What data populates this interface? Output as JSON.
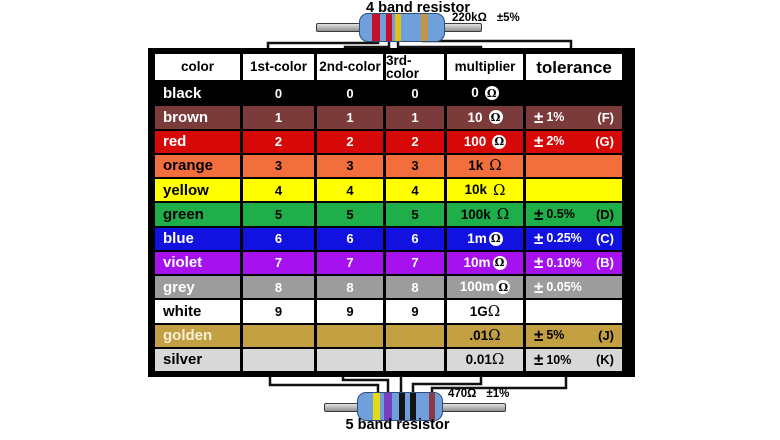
{
  "canvas": {
    "bg": "#ffffff",
    "table_bg": "#000000",
    "line_color": "#111111"
  },
  "top_resistor": {
    "title": "4 band resistor",
    "value": "220kΩ",
    "tolerance": "±5%",
    "body_color": "#6FA0DC",
    "lead_color": "#AFAFAF",
    "bands": [
      {
        "name": "red",
        "color": "#C3112B"
      },
      {
        "name": "red",
        "color": "#C3112B"
      },
      {
        "name": "yellow",
        "color": "#E2C118"
      },
      {
        "name": "gold",
        "color": "#C49544"
      }
    ]
  },
  "bottom_resistor": {
    "title": "5 band resistor",
    "value": "470Ω",
    "tolerance": "±1%",
    "body_color": "#6FA0DC",
    "lead_color": "#AFAFAF",
    "bands": [
      {
        "name": "yellow",
        "color": "#E3DA15"
      },
      {
        "name": "violet",
        "color": "#7A3FC0"
      },
      {
        "name": "black",
        "color": "#141414"
      },
      {
        "name": "black",
        "color": "#141414"
      },
      {
        "name": "brown",
        "color": "#8A3A44"
      }
    ]
  },
  "table": {
    "headers": [
      "color",
      "1st-color",
      "2nd-color",
      "3rd-color",
      "multiplier",
      "tolerance"
    ],
    "omega": "Ω",
    "pm": "±",
    "rows": [
      {
        "name": "black",
        "bg": "#000000",
        "fg": "#FFFFFF",
        "digits": [
          "0",
          "0",
          "0"
        ],
        "multiplier": "0",
        "omega_style": "circled",
        "gap": true,
        "tolerance": null,
        "letter": null
      },
      {
        "name": "brown",
        "bg": "#7B3B3B",
        "fg": "#FFFFFF",
        "digits": [
          "1",
          "1",
          "1"
        ],
        "multiplier": "10",
        "omega_style": "circled",
        "gap": true,
        "tolerance": "1%",
        "letter": "(F)"
      },
      {
        "name": "red",
        "bg": "#D60808",
        "fg": "#FFFFFF",
        "digits": [
          "2",
          "2",
          "2"
        ],
        "multiplier": "100",
        "omega_style": "circled",
        "gap": true,
        "tolerance": "2%",
        "letter": "(G)"
      },
      {
        "name": "orange",
        "bg": "#F26E3C",
        "fg": "#000000",
        "digits": [
          "3",
          "3",
          "3"
        ],
        "multiplier": "1k",
        "omega_style": "plain",
        "gap": true,
        "tolerance": null,
        "letter": null
      },
      {
        "name": "yellow",
        "bg": "#FFFF00",
        "fg": "#000000",
        "digits": [
          "4",
          "4",
          "4"
        ],
        "multiplier": "10k",
        "omega_style": "plain",
        "gap": true,
        "tolerance": null,
        "letter": null
      },
      {
        "name": "green",
        "bg": "#1EAE4A",
        "fg": "#000000",
        "digits": [
          "5",
          "5",
          "5"
        ],
        "multiplier": "100k",
        "omega_style": "plain",
        "gap": true,
        "tolerance": "0.5%",
        "letter": "(D)"
      },
      {
        "name": "blue",
        "bg": "#1212E0",
        "fg": "#FFFFFF",
        "digits": [
          "6",
          "6",
          "6"
        ],
        "multiplier": "1m",
        "omega_style": "circled",
        "gap": false,
        "tolerance": "0.25%",
        "letter": "(C)"
      },
      {
        "name": "violet",
        "bg": "#A512EE",
        "fg": "#FFFFFF",
        "digits": [
          "7",
          "7",
          "7"
        ],
        "multiplier": "10m",
        "omega_style": "circled",
        "gap": false,
        "tolerance": "0.10%",
        "letter": "(B)"
      },
      {
        "name": "grey",
        "bg": "#9C9C9C",
        "fg": "#FFFFFF",
        "digits": [
          "8",
          "8",
          "8"
        ],
        "multiplier": "100m",
        "omega_style": "circled",
        "gap": false,
        "tolerance": "0.05%",
        "letter": null
      },
      {
        "name": "white",
        "bg": "#FFFFFF",
        "fg": "#000000",
        "digits": [
          "9",
          "9",
          "9"
        ],
        "multiplier": "1G",
        "omega_style": "plain",
        "gap": false,
        "tolerance": null,
        "letter": null
      },
      {
        "name": "golden",
        "bg": "#C2A042",
        "fg": "#000000",
        "name_fg": "#F8EFD8",
        "digits": [
          "",
          "",
          ""
        ],
        "multiplier": ".01",
        "omega_style": "plain",
        "gap": false,
        "tolerance": "5%",
        "letter": "(J)"
      },
      {
        "name": "silver",
        "bg": "#D8D8D8",
        "fg": "#000000",
        "digits": [
          "",
          "",
          ""
        ],
        "multiplier": "0.01",
        "omega_style": "plain",
        "gap": false,
        "tolerance": "10%",
        "letter": "(K)"
      }
    ]
  }
}
